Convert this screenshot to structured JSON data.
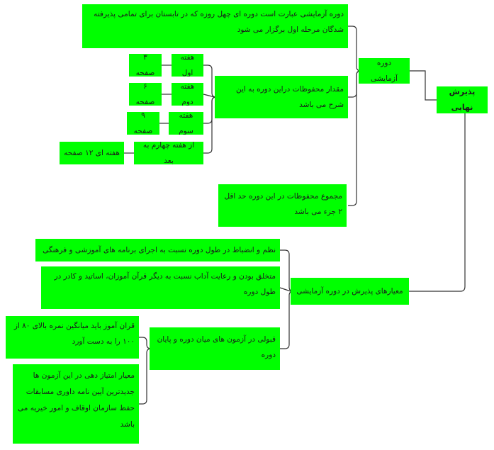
{
  "colors": {
    "node_fill": "#00ff00",
    "connector": "#333333"
  },
  "mindmap": {
    "root": "پذیرش نهایی",
    "trial_period": {
      "title": "دوره آزمایشی",
      "definition": "دوره آزمایشی عبارت است دوره ای چهل روزه که در تابستان برای تمامی پذیرفته شدگان مرحله اول برگزار می شود",
      "memorization_amount": "مقدار محفوظات دراین دوره به این شرح می باشد",
      "weeks": [
        {
          "week": "هفته اول",
          "pages": "۳ صفحه"
        },
        {
          "week": "هفته دوم",
          "pages": "۶ صفحه"
        },
        {
          "week": "هفته سوم",
          "pages": "۹ صفحه"
        },
        {
          "week": "از هفته چهارم به بعد",
          "pages": "هفته ای ۱۲ صفحه"
        }
      ],
      "total_memorization": "مجموع محفوظات در این دوره حد اقل ۲ جزء می باشد"
    },
    "acceptance_criteria": {
      "title": "معیارهای پذیرش در دوره آزمایشی",
      "discipline": "نظم و انضباط در طول دوره نسبت به اجرای برنامه های آموزشی و فرهنگی",
      "ethics": "متخلق بودن و رعایت آداب نسبت به دیگر قرآن آموزان، اساتید و کادر در طول دوره",
      "exams": "قبولی در آزمون های میان دوره و پایان دوره",
      "exam_average": "قران آموز باید میانگین نمره بالای ۸۰ از ۱۰۰ را به دست آورد",
      "exam_scoring": "معیار امتیاز دهی در این آزمون ها جدیدترین آیین نامه داوری مسابقات حفظ سازمان اوقاف و امور خیریه می باشد"
    }
  }
}
